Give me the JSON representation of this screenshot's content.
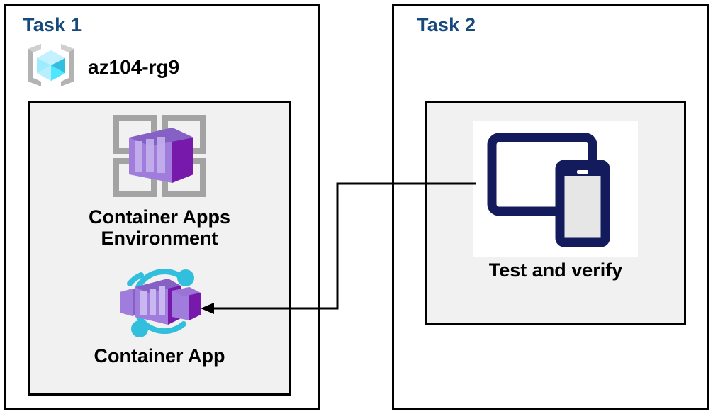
{
  "diagram": {
    "title_color": "#174a7c",
    "panels": [
      {
        "id": "task1",
        "title": "Task 1",
        "resource_group": {
          "icon": "resource-group-icon",
          "label": "az104-rg9"
        },
        "nodes": [
          {
            "icon": "container-apps-environment-icon",
            "caption": "Container Apps\nEnvironment"
          },
          {
            "icon": "container-app-icon",
            "caption": "Container App"
          }
        ]
      },
      {
        "id": "task2",
        "title": "Task 2",
        "nodes": [
          {
            "icon": "test-and-verify-devices-icon",
            "caption": "Test and verify"
          }
        ]
      }
    ],
    "connector": {
      "name": "test-to-container-app-arrow",
      "from": "test-and-verify-devices-icon",
      "to": "container-app-icon",
      "arrow_direction": "left",
      "stroke_color": "#000000"
    },
    "colors": {
      "panel_border": "#000000",
      "group_fill": "#f1f1f1",
      "caption_text": "#000000",
      "resource_group_cube": "#50e6ff",
      "container_purple": "#8661c5",
      "container_purple_dark": "#7719aa",
      "container_accent_cyan": "#32bedd",
      "device_navy": "#141b5c",
      "grid_gray": "#a0a0a0"
    }
  }
}
